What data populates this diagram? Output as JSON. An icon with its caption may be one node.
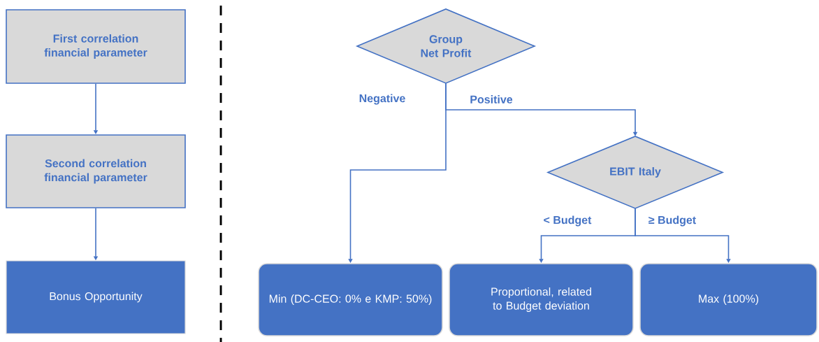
{
  "diagram": {
    "nodes": [
      {
        "text": [
          "First correlation financial parameter"
        ]
      },
      {
        "text": [
          "Second correlation financial parameter"
        ]
      },
      {
        "text": [
          "Bonus Opportunity"
        ]
      },
      {
        "text": [
          "Group Net Profit"
        ]
      },
      {
        "text": [
          "EBIT Italy"
        ]
      },
      {
        "text": [
          "Min (DC-CEO: 0% e KMP: 50%)"
        ]
      },
      {
        "text": [
          "Proportional, related to Budget deviation"
        ]
      },
      {
        "text": [
          "Max (100%)"
        ]
      }
    ],
    "edges": [
      {
        "from": 0,
        "to": 1,
        "arrow": "to"
      },
      {
        "from": 1,
        "to": 2,
        "arrow": "to"
      },
      {
        "from": 3,
        "to": 5,
        "arrow": "to",
        "label": "Negative"
      },
      {
        "from": 3,
        "to": 4,
        "arrow": "to",
        "label": "Positive"
      },
      {
        "from": 4,
        "to": 6,
        "arrow": "to",
        "label": "< Budget"
      },
      {
        "from": 4,
        "to": 7,
        "arrow": "to",
        "label": "≥ Budget"
      }
    ]
  }
}
